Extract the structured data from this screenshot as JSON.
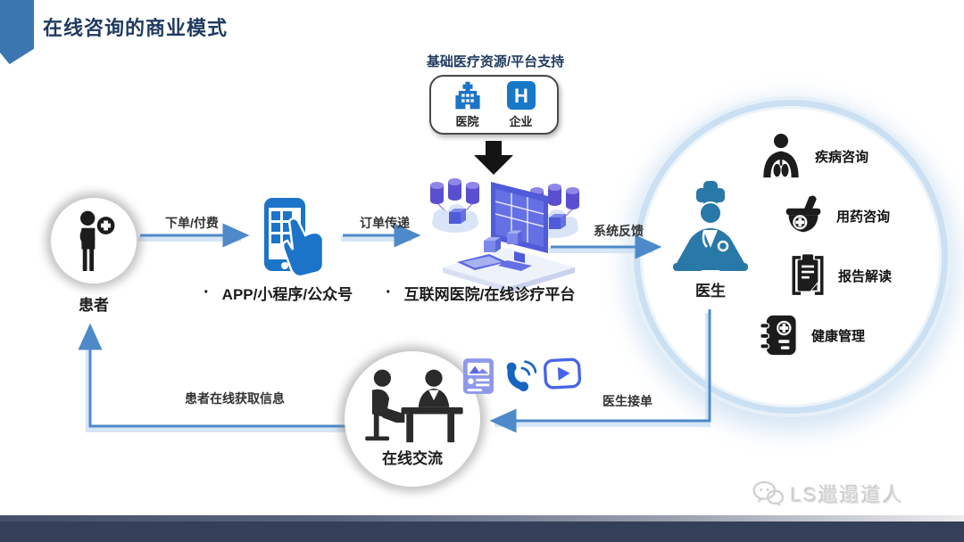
{
  "page": {
    "title": "在线咨询的商业模式",
    "watermark": "LS邋遢道人"
  },
  "resources": {
    "title": "基础医疗资源/平台支持",
    "items": [
      {
        "name": "hospital",
        "label": "医院"
      },
      {
        "name": "enterprise",
        "label": "企业",
        "glyph": "H"
      }
    ]
  },
  "flow": {
    "bullet": "·",
    "patient_label": "患者",
    "arrow_order_pay": "下单/付费",
    "app_label": "APP/小程序/公众号",
    "arrow_order_transfer": "订单传递",
    "platform_label": "互联网医院/在线诊疗平台",
    "arrow_system_feedback": "系统反馈",
    "doctor_label": "医生"
  },
  "services": [
    {
      "label": "疾病咨询"
    },
    {
      "label": "用药咨询"
    },
    {
      "label": "报告解读"
    },
    {
      "label": "健康管理"
    }
  ],
  "exchange": {
    "label": "在线交流",
    "arrow_doctor_accept": "医生接单",
    "arrow_patient_info": "患者在线获取信息"
  },
  "colors": {
    "title_navy": "#1F3A5F",
    "ribbon_blue": "#3B76B0",
    "arrow_blue": "#4E8AC9",
    "icon_blue": "#1B74C8",
    "doctor_blue": "#2878A8",
    "platform_purple": "#4F5BD8",
    "ring_light_blue": "#CBE0F2",
    "bottom_bar_navy": "#343F59"
  }
}
